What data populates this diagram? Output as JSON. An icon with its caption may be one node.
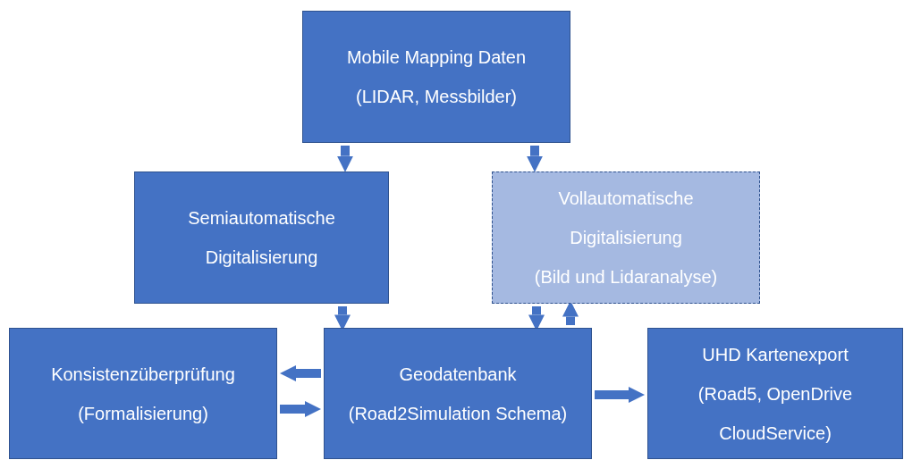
{
  "diagram": {
    "nodes": [
      {
        "text": [
          "Mobile Mapping Daten",
          "(LIDAR, Messbilder)"
        ]
      },
      {
        "text": [
          "Semiautomatische Digitalisierung"
        ]
      },
      {
        "text": [
          "Vollautomatische Digitalisierung",
          "(Bild und Lidaranalyse)"
        ]
      },
      {
        "text": [
          "Konsistenzüberprüfung",
          "(Formalisierung)"
        ]
      },
      {
        "text": [
          "Geodatenbank",
          "(Road2Simulation Schema)"
        ]
      },
      {
        "text": [
          "UHD Kartenexport",
          "(Road5, OpenDrive CloudService)"
        ]
      }
    ],
    "edges": [
      {
        "from": 0,
        "to": 1,
        "arrow": "to"
      },
      {
        "from": 0,
        "to": 2,
        "arrow": "to"
      },
      {
        "from": 1,
        "to": 4,
        "arrow": "to"
      },
      {
        "from": 2,
        "to": 4,
        "arrow": "to"
      },
      {
        "from": 4,
        "to": 2,
        "arrow": "to"
      },
      {
        "from": 4,
        "to": 3,
        "arrow": "to"
      },
      {
        "from": 3,
        "to": 4,
        "arrow": "to"
      },
      {
        "from": 4,
        "to": 5,
        "arrow": "to"
      }
    ]
  }
}
